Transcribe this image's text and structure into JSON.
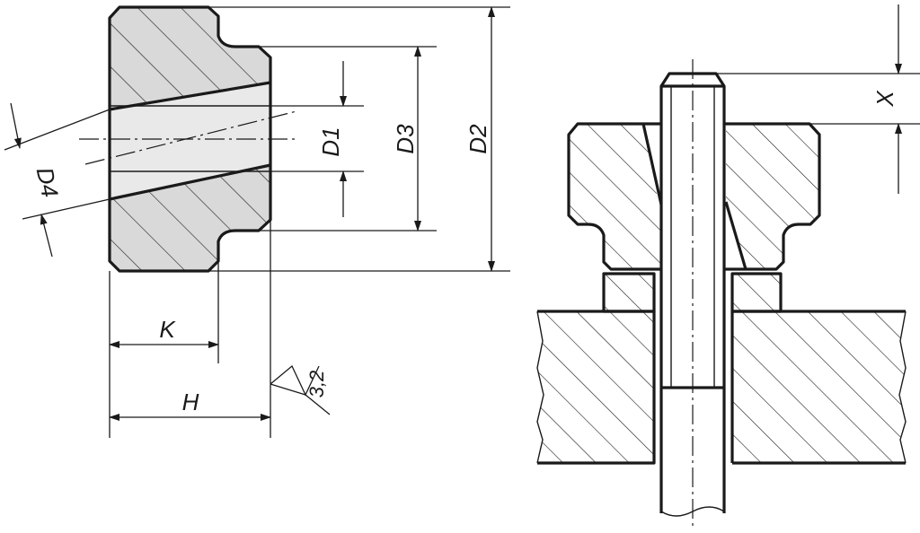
{
  "labels": {
    "d1": "D1",
    "d2": "D2",
    "d3": "D3",
    "d4": "D4",
    "k": "K",
    "h": "H",
    "x": "X",
    "roughness": "3,2"
  },
  "colors": {
    "line": "#1a1a1a",
    "section_fill": "#d9d9d9",
    "background": "#ffffff"
  }
}
